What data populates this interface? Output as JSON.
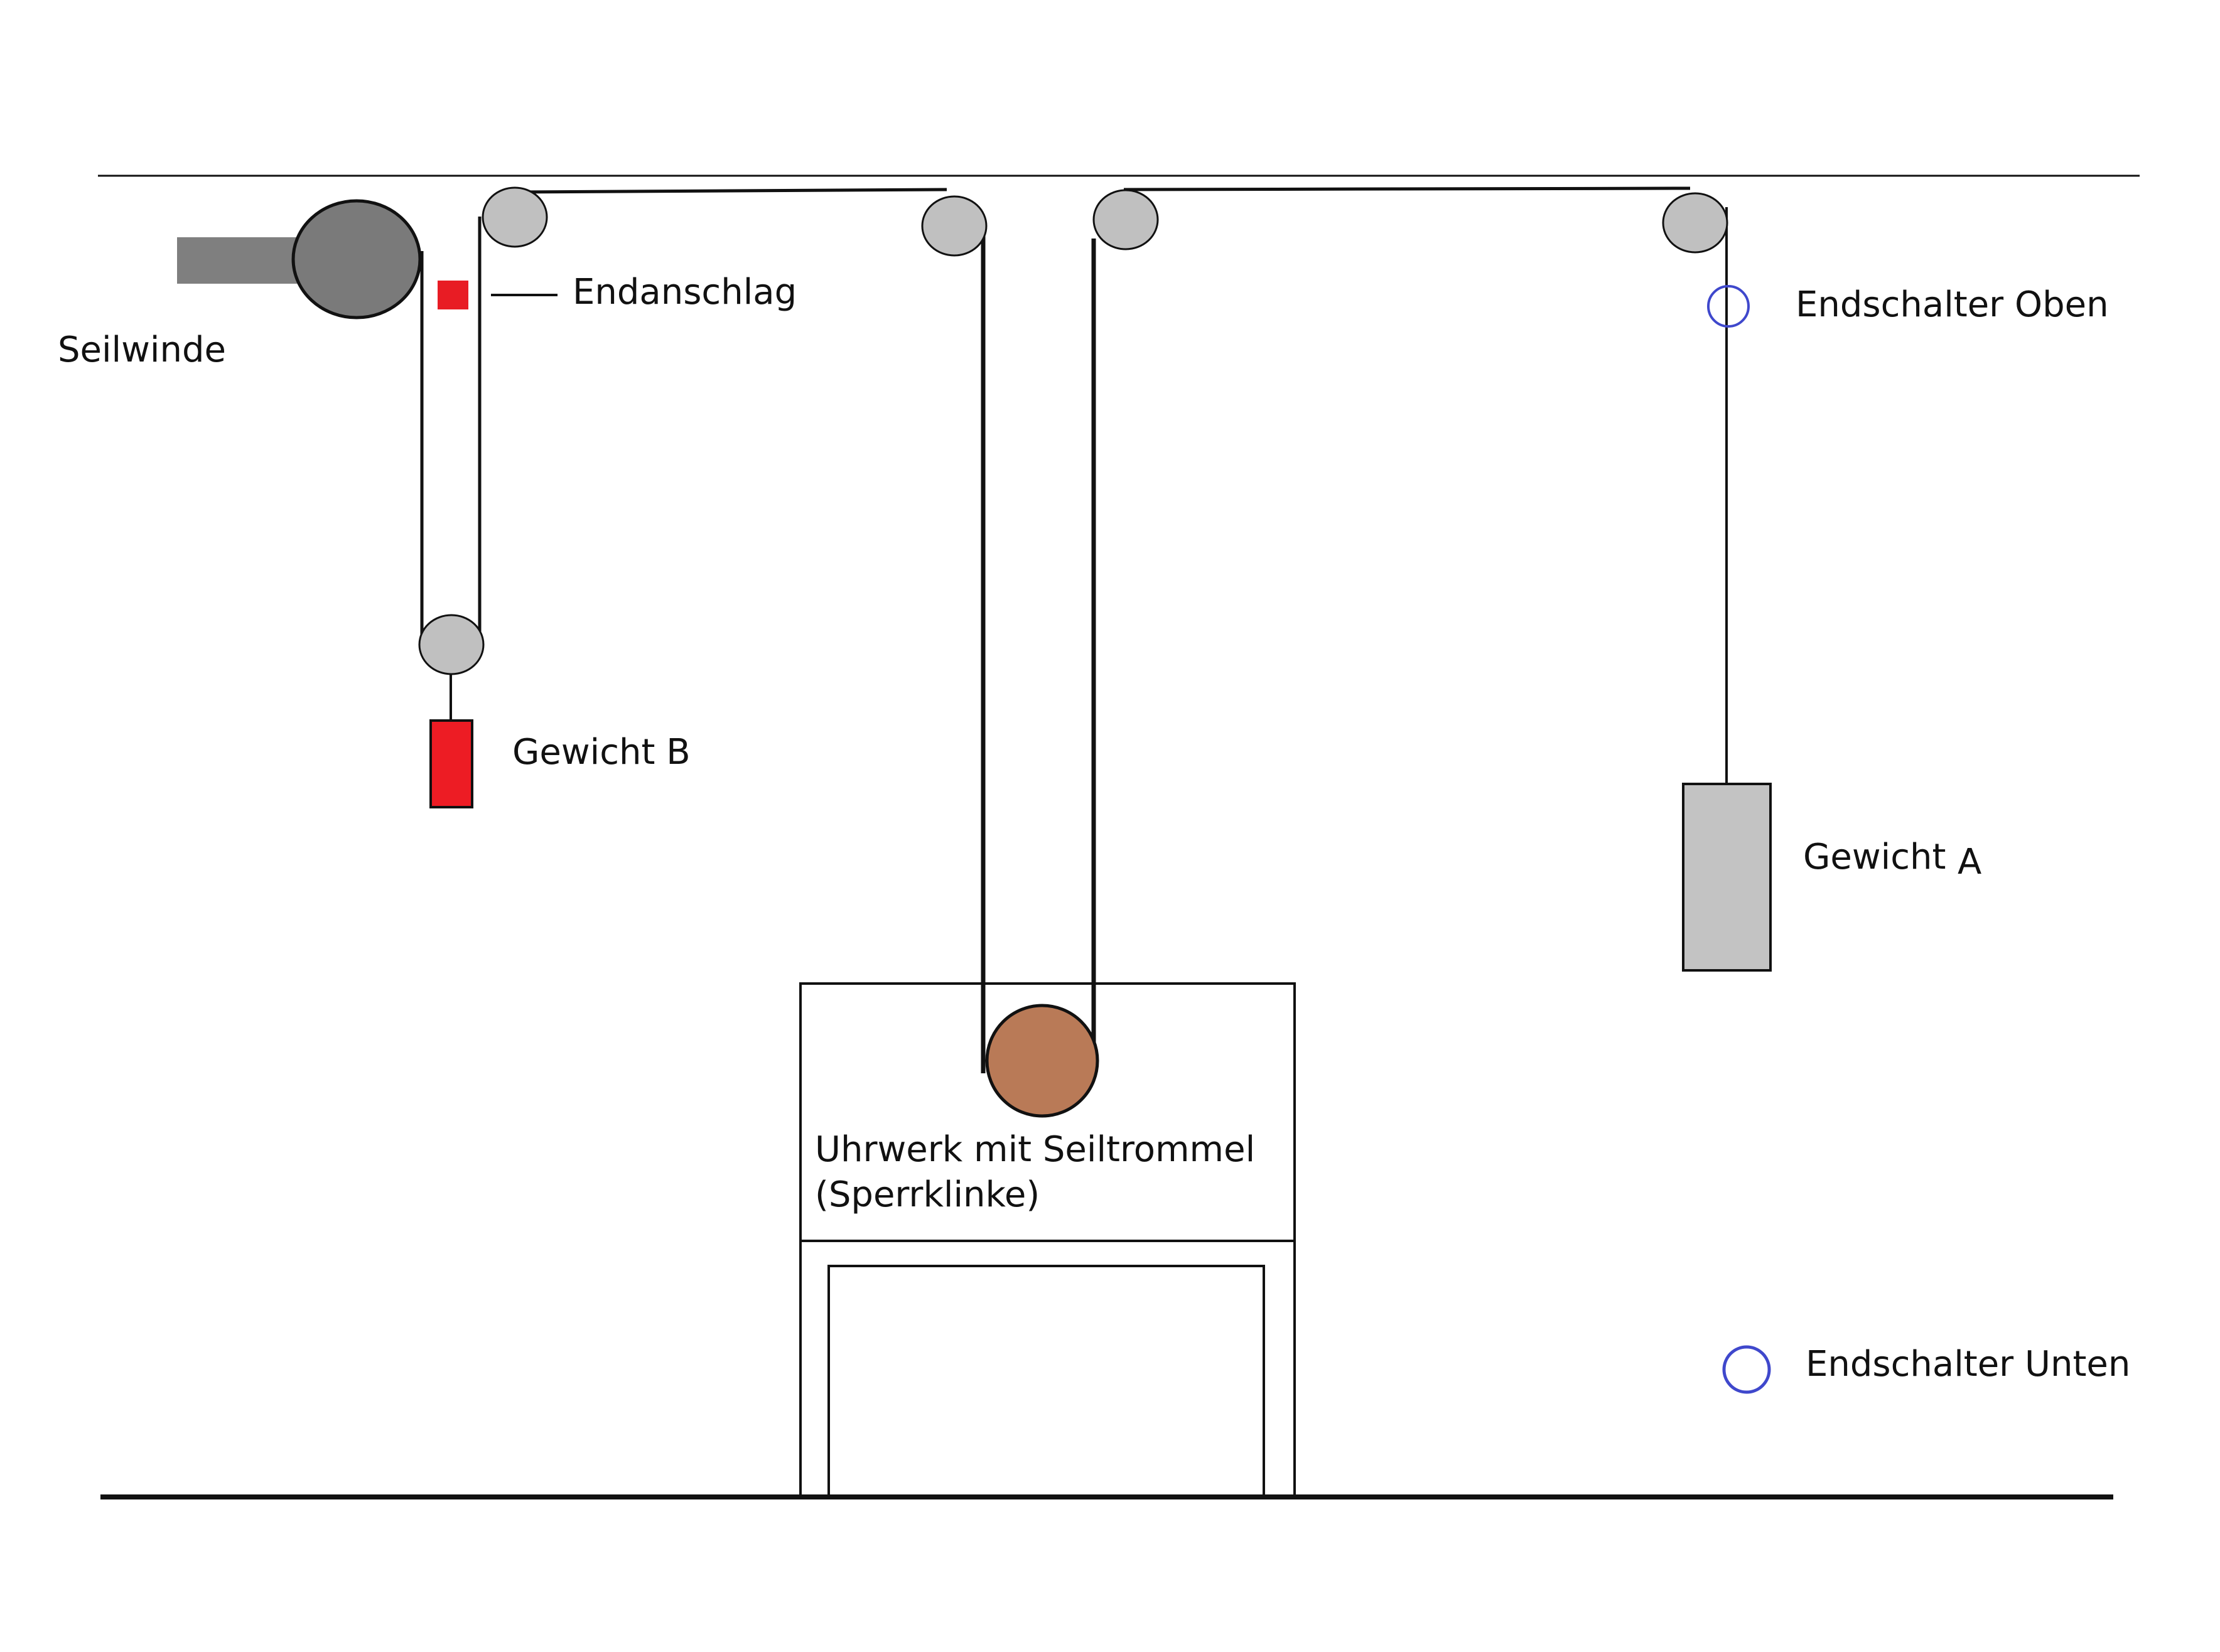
{
  "labels": {
    "winch": "Seilwinde",
    "end_stop": "Endanschlag",
    "switch_top": "Endschalter Oben",
    "weight_b": "Gewicht B",
    "weight_a_word": "Gewicht",
    "weight_a_letter": "A",
    "clockwork_line1": "Uhrwerk mit Seiltrommel",
    "clockwork_line2": "(Sperrklinke)",
    "switch_bottom": "Endschalter Unten"
  },
  "colors": {
    "line": "#111111",
    "pulley": "#c0c0c0",
    "winch_drum": "#7a7a7a",
    "winch_shaft": "#7f7f7f",
    "end_stop": "#e81c24",
    "weight_b": "#ed1c24",
    "weight_a": "#c3c3c3",
    "drum": "#b97a57",
    "limit_switch": "#3f48cc"
  }
}
